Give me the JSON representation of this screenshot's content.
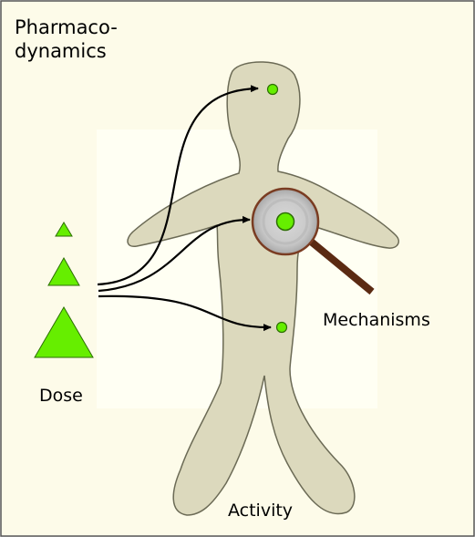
{
  "title_lines": [
    "Pharmaco-",
    "dynamics"
  ],
  "labels": {
    "dose": "Dose",
    "mechanisms": "Mechanisms",
    "activity": "Activity"
  },
  "colors": {
    "frame_background": "#fdfbe9",
    "frame_border": "#555555",
    "inner_panel": "#fffff3",
    "body_fill": "#dcd9bd",
    "body_stroke": "#6b6a55",
    "dose_green": "#66ee00",
    "dose_stroke": "#2c6e00",
    "target_green": "#66ee00",
    "lens_rim": "#7a3c22",
    "lens_handle": "#5b2a12",
    "arrow": "#000000"
  },
  "icons": {
    "dose_markers": "green-triangles",
    "magnifier": "magnifying-glass-icon"
  }
}
